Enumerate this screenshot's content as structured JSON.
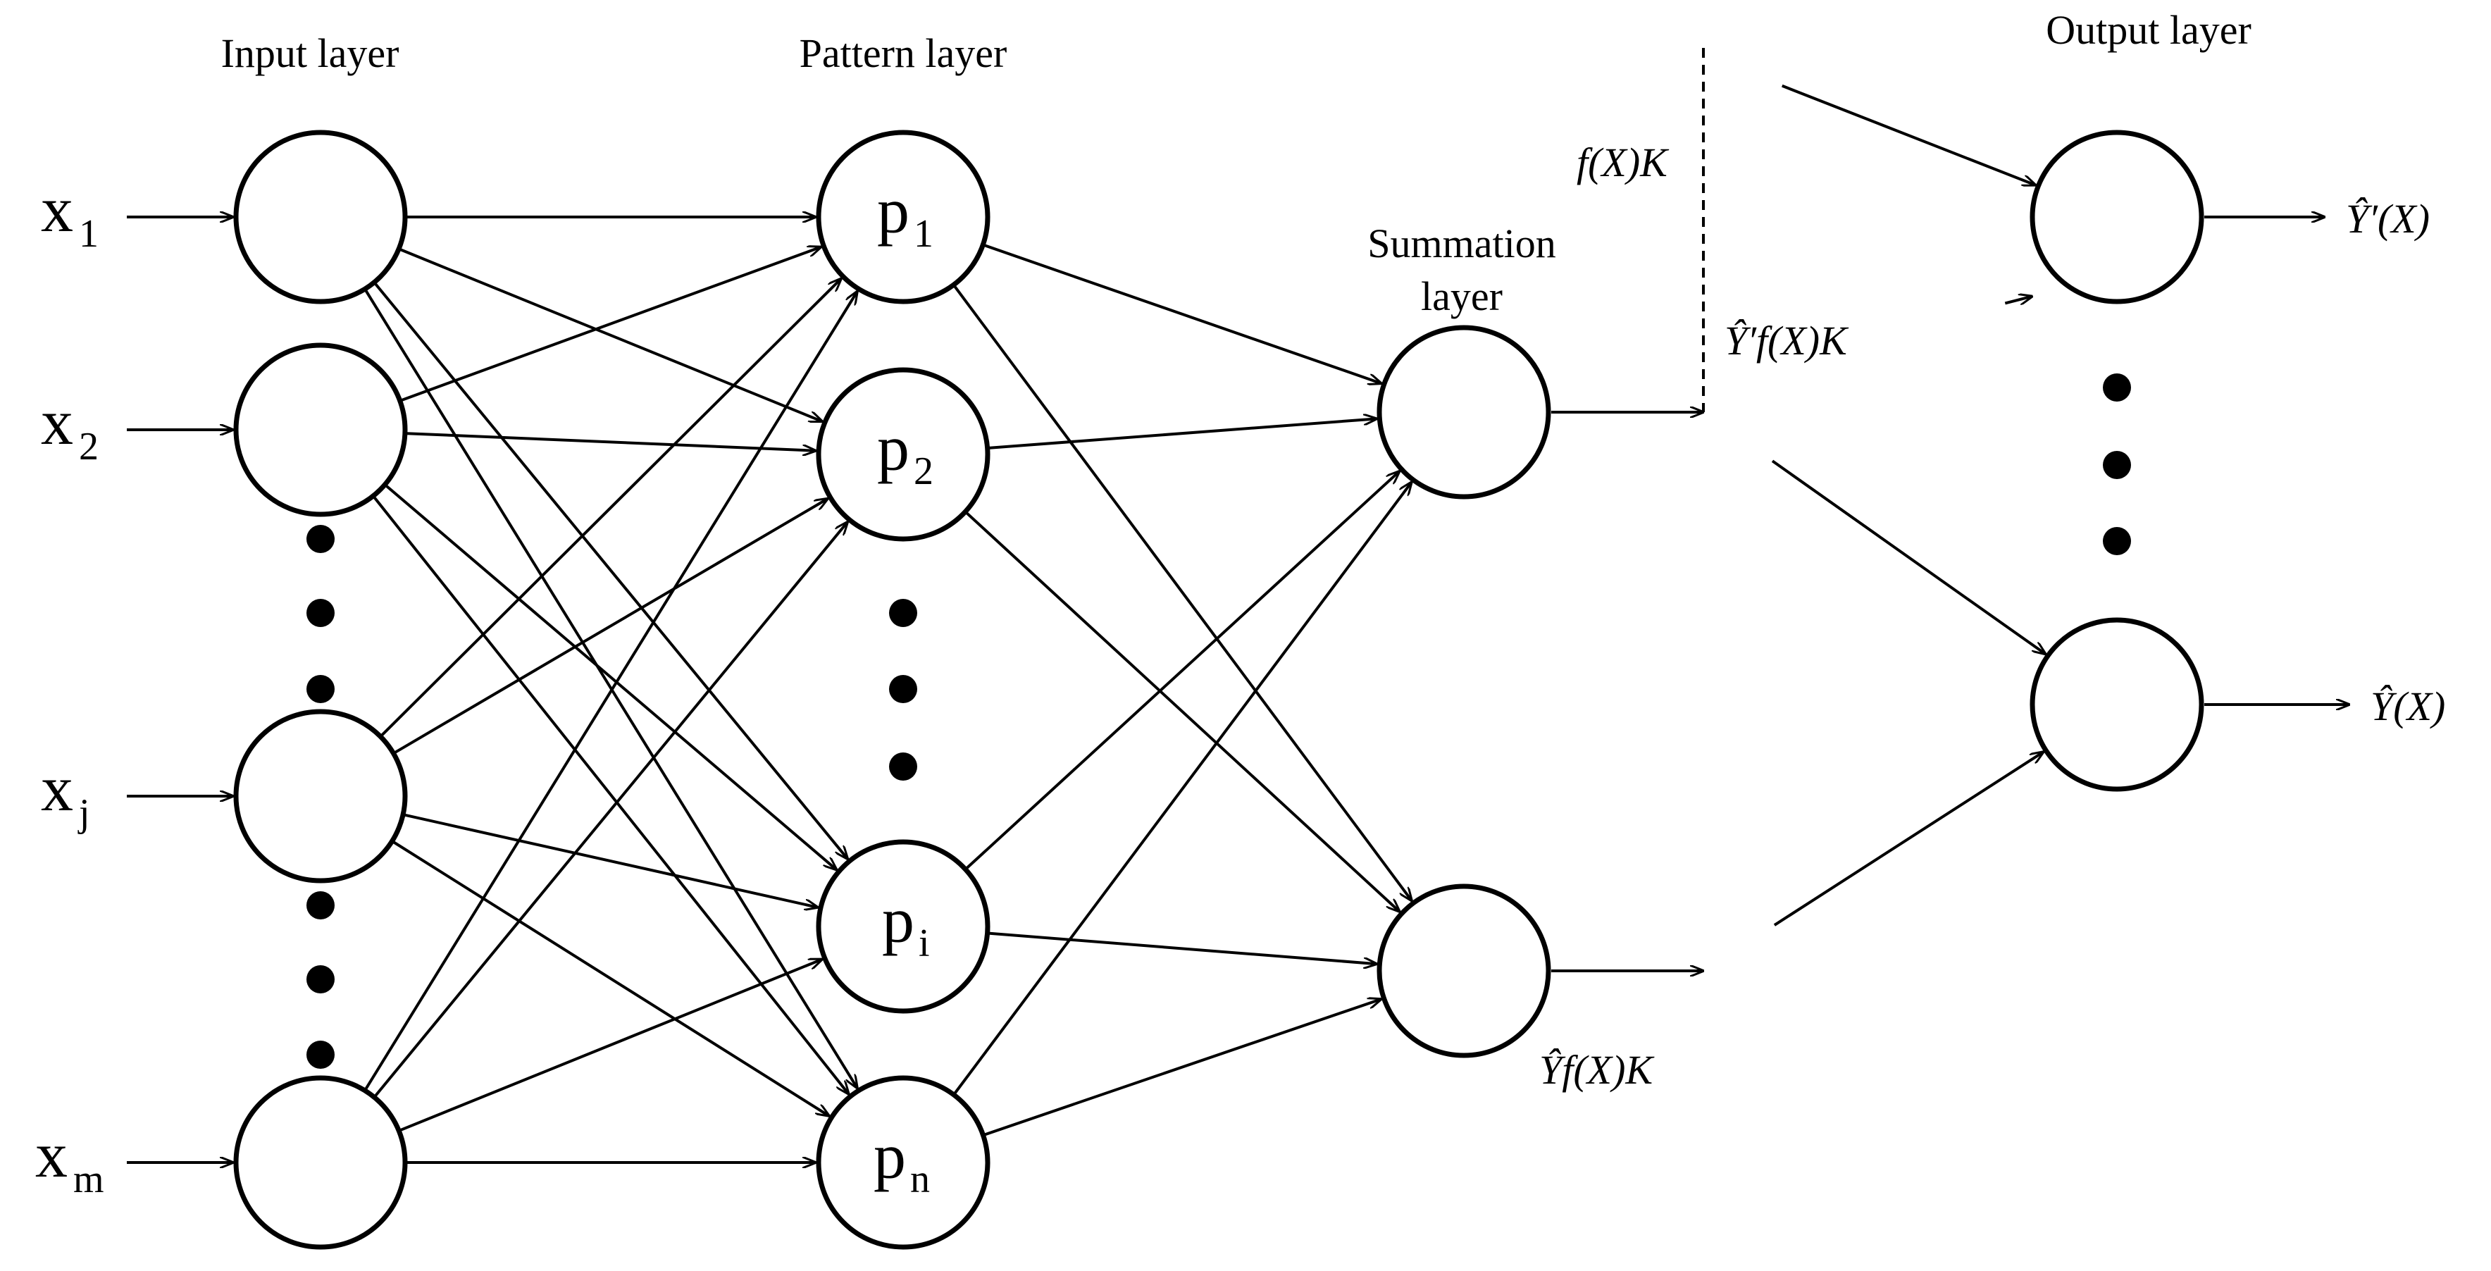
{
  "titles": {
    "input": "Input layer",
    "pattern": "Pattern layer",
    "summation_line1": "Summation",
    "summation_line2": "layer",
    "output": "Output layer"
  },
  "inputs": [
    {
      "base": "x",
      "sub": "1"
    },
    {
      "base": "x",
      "sub": "2"
    },
    {
      "base": "x",
      "sub": "j"
    },
    {
      "base": "x",
      "sub": "m"
    }
  ],
  "pattern_nodes": [
    {
      "base": "p",
      "sub": "1"
    },
    {
      "base": "p",
      "sub": "2"
    },
    {
      "base": "p",
      "sub": "i"
    },
    {
      "base": "p",
      "sub": "n"
    }
  ],
  "labels": {
    "fxk": "f(X)K",
    "yprime_fxk": "Ŷ′f(X)K",
    "y_fxk": "Ŷf(X)K",
    "out_top": "Ŷ′(X)",
    "out_bottom": "Ŷ(X)"
  },
  "colors": {
    "stroke": "#000000",
    "background": "#ffffff"
  }
}
